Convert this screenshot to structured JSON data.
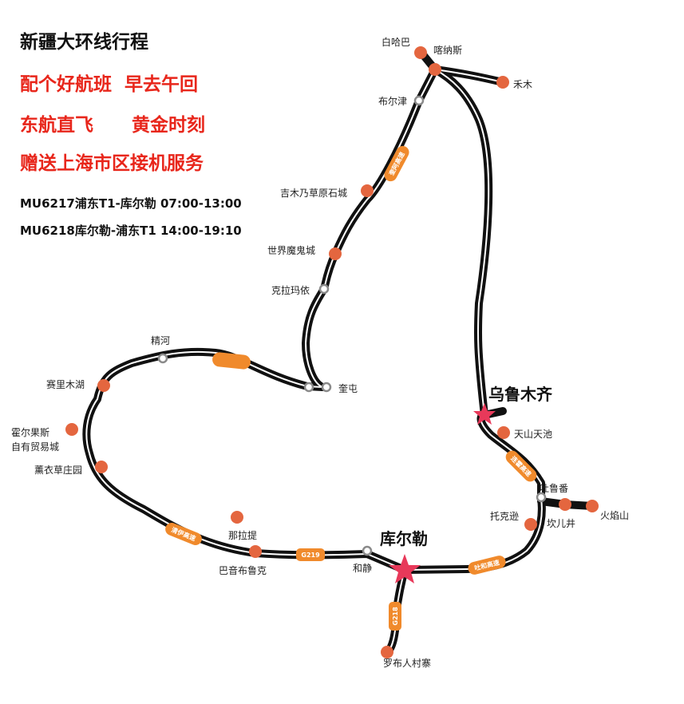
{
  "header": {
    "title": "新疆大环线行程",
    "promo_line1": "配个好航班  早去午回",
    "promo_line2": "东航直飞      黄金时刻",
    "promo_line3": "赠送上海市区接机服务",
    "flight_out": "MU6217浦东T1-库尔勒 07:00-13:00",
    "flight_back": "MU6218库尔勒-浦东T1 14:00-19:10"
  },
  "map": {
    "places": {
      "baihaba": "白哈巴",
      "kanas": "喀纳斯",
      "hemu": "禾木",
      "burqin": "布尔津",
      "jimunai": "吉木乃草原石城",
      "devil_city": "世界魔鬼城",
      "karamay": "克拉玛依",
      "kuytun": "奎屯",
      "jinghe": "精河",
      "sayram": "赛里木湖",
      "khorgos": "霍尔果斯\n自有贸易城",
      "lavender": "薰衣草庄园",
      "nalati": "那拉提",
      "bayanbulak": "巴音布鲁克",
      "hejing": "和静",
      "korla": "库尔勒",
      "urumqi": "乌鲁木齐",
      "tianchi": "天山天池",
      "turpan": "吐鲁番",
      "toksun": "托克逊",
      "karez": "坎儿井",
      "flaming_mtn": "火焰山",
      "luobu": "罗布人村寨"
    },
    "roads": {
      "g219": "G219",
      "g218": "G218",
      "qingyi": "清伊高速",
      "tuhe": "吐和高速",
      "liantuo": "连霍高速",
      "kuibu": "奎阿高速"
    },
    "colors": {
      "route": "#111111",
      "attraction": "#e4663f",
      "shield": "#f08a2c",
      "star": "#e8395a",
      "promo": "#e8261b"
    }
  }
}
